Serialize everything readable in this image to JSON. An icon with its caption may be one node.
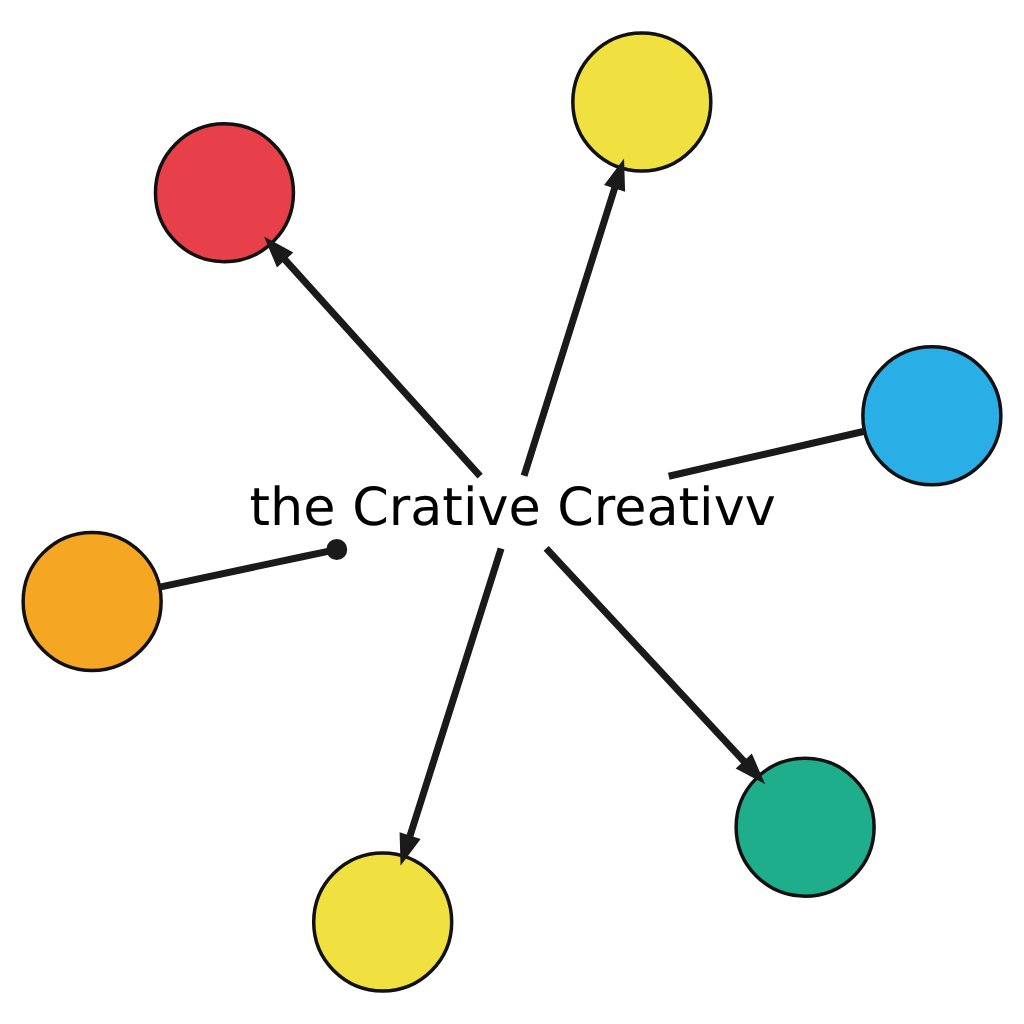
{
  "diagram": {
    "nodes": [
      {
        "text": [],
        "shape": "circle"
      },
      {
        "text": [],
        "shape": "circle"
      },
      {
        "text": [],
        "shape": "circle"
      },
      {
        "text": [
          "the Crative Creativv"
        ]
      },
      {
        "text": [],
        "shape": "circle"
      },
      {
        "text": [],
        "shape": "circle"
      },
      {
        "text": [],
        "shape": "circle"
      }
    ],
    "edges": [
      {
        "from": 0,
        "to": 3,
        "arrow": "other"
      },
      {
        "from": 3,
        "to": 1,
        "arrow": "to"
      },
      {
        "from": 3,
        "to": 2,
        "arrow": "to"
      },
      {
        "from": 3,
        "to": 4,
        "arrow": "none"
      },
      {
        "from": 3,
        "to": 5,
        "arrow": "to"
      },
      {
        "from": 3,
        "to": 6,
        "arrow": "to"
      }
    ]
  }
}
